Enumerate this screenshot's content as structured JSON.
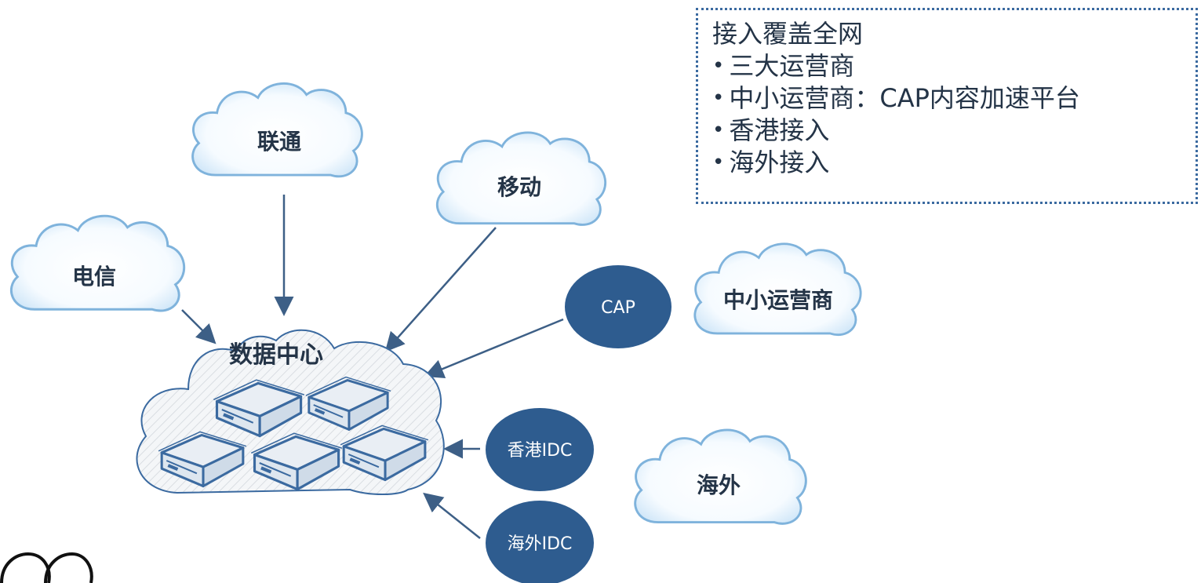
{
  "clouds": {
    "liantong": "联通",
    "yidong": "移动",
    "dianxin": "电信",
    "zhongxiao": "中小运营商",
    "haiwai": "海外"
  },
  "datacenter": {
    "label": "数据中心"
  },
  "nodes": {
    "cap": "CAP",
    "hk_idc": "香港IDC",
    "overseas_idc": "海外IDC"
  },
  "info": {
    "title": "接入覆盖全网",
    "items": [
      "三大运营商",
      "中小运营商：CAP内容加速平台",
      "香港接入",
      "海外接入"
    ]
  },
  "colors": {
    "node_fill": "#2e5c8f",
    "cloud_stroke": "#4a7bb0",
    "arrow": "#3d5f86",
    "box_border": "#3b6aa0"
  }
}
